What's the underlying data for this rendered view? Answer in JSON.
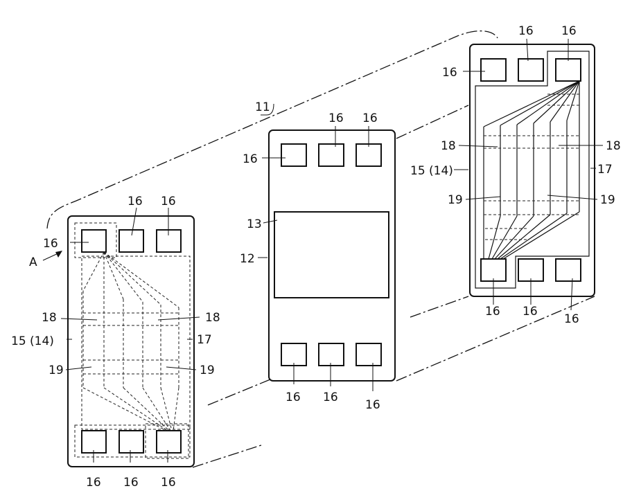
{
  "figure": {
    "labels": {
      "assembly": "11",
      "chip": "12",
      "die_area": "13",
      "substrate": "15 (14)",
      "pad": "16",
      "outline": "17",
      "wire_a": "18",
      "wire_b": "19",
      "view_arrow": "A"
    }
  }
}
